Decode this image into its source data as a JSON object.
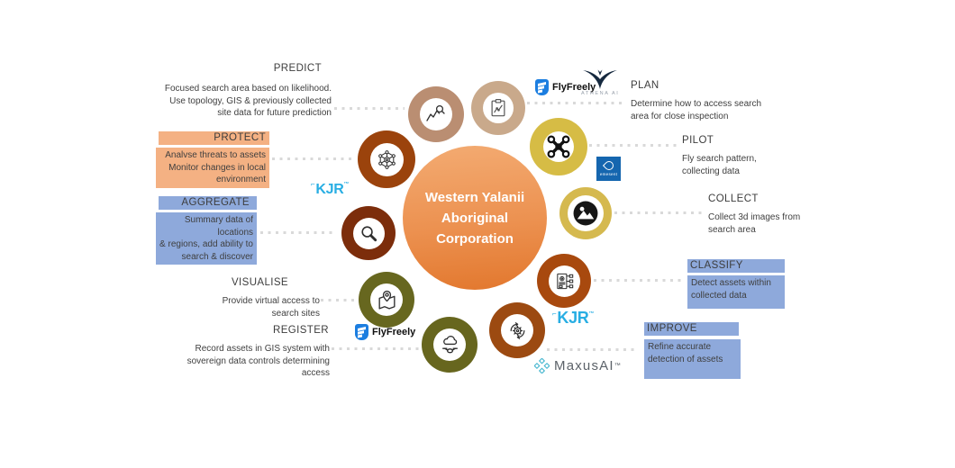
{
  "diagram_title": "Western Yalanii Aboriginal Corporation",
  "center": {
    "line1": "Western Yalanii",
    "line2": "Aboriginal",
    "line3": "Corporation"
  },
  "stages": {
    "predict": {
      "label": "PREDICT",
      "line1": "Focused search area based on likelihood.",
      "line2": "Use topology, GIS & previously collected",
      "line3": "site data for future prediction",
      "icon": "trend-chart-magnifier-icon"
    },
    "protect": {
      "label": "PROTECT",
      "line1": "Analvse threats to assets",
      "line2": "Monitor changes in local",
      "line3": "environment",
      "icon": "network-gear-icon",
      "highlight": "#F4B183"
    },
    "aggregate": {
      "label": "AGGREGATE",
      "line1": "Summary data of locations",
      "line2": "& regions, add ability to",
      "line3": "search & discover",
      "icon": "magnifier-icon",
      "highlight": "#8EA9DB"
    },
    "visualise": {
      "label": "VISUALISE",
      "line1": "Provide virtual access to",
      "line2": "search sites",
      "icon": "map-pin-icon"
    },
    "register": {
      "label": "REGISTER",
      "line1": "Record assets in GIS system with",
      "line2": "sovereign data controls determining",
      "line3": "access",
      "icon": "drone-cloud-icon"
    },
    "plan": {
      "label": "PLAN",
      "line1": "Determine how to access search",
      "line2": "area for close inspection",
      "icon": "clipboard-chart-icon"
    },
    "pilot": {
      "label": "PILOT",
      "line1": "Fly search pattern,",
      "line2": "collecting data",
      "icon": "drone-icon"
    },
    "collect": {
      "label": "COLLECT",
      "line1": "Collect 3d images from",
      "line2": "search area",
      "icon": "photo-icon"
    },
    "classify": {
      "label": "CLASSIFY",
      "line1": "Detect assets within",
      "line2": "collected data",
      "icon": "document-classify-icon",
      "highlight": "#8EA9DB"
    },
    "improve": {
      "label": "IMPROVE",
      "line1": "Refine accurate",
      "line2": "detection of assets",
      "icon": "gear-refresh-icon",
      "highlight": "#8EA9DB"
    }
  },
  "logos": {
    "kjr": {
      "text": "KJR",
      "mark": "⌐",
      "tm": "™",
      "color": "#29AEE3"
    },
    "flyfreely": {
      "text": "FlyFreely",
      "shield_color": "#1C7EE0"
    },
    "athena": {
      "text": "ATHENA AI",
      "color": "#16293F"
    },
    "emesent": {
      "text": "emesent",
      "color": "#1566AF"
    },
    "maxusai": {
      "text": "MaxusAI",
      "tm": "™",
      "icon_color": "#45B6CF"
    }
  },
  "colors": {
    "center_gradient_top": "#F3AB72",
    "center_gradient_bottom": "#E2772D",
    "highlight_orange": "#F4B183",
    "highlight_blue": "#8EA9DB",
    "connector_gray": "#D9D9D9",
    "ring_predict": "#BA8E72",
    "ring_plan": "#C9A98B",
    "ring_pilot": "#D6BC45",
    "ring_collect": "#D5B94F",
    "ring_classify": "#A8490E",
    "ring_improve": "#9C4A11",
    "ring_register": "#67661E",
    "ring_visualise": "#67671F",
    "ring_aggregate": "#7C2D0B",
    "ring_protect": "#9B430C"
  }
}
